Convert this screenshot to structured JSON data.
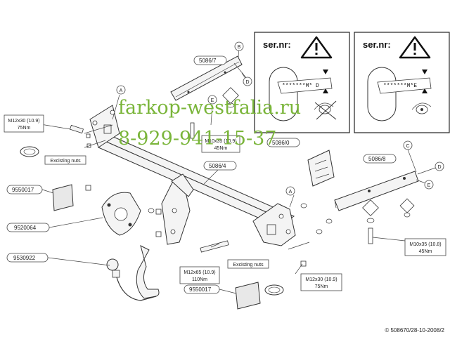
{
  "watermark": {
    "site": "farkop-westfalia.ru",
    "phone": "8-929-941-15-37",
    "color": "#7ab53a"
  },
  "info_panels": [
    {
      "title": "ser.nr:",
      "serial": "*******M* D",
      "icon": "warning-triangle-icon"
    },
    {
      "title": "ser.nr:",
      "serial": "*******M*E",
      "icon": "warning-triangle-icon"
    }
  ],
  "part_numbers": {
    "p5086_7": "5086/7",
    "p5086_4": "5086/4",
    "p5086_8": "5086/8",
    "p5086_0": "5086/0",
    "p9550017_a": "9550017",
    "p9550017_b": "9550017",
    "p9520064": "9520064",
    "p9530922": "9530922"
  },
  "bolt_specs": {
    "m12x30_left": {
      "size": "M12x30 (10.9)",
      "torque": "75Nm"
    },
    "m10x35_center": {
      "size": "M10x35 (10.9)",
      "torque": "45Nm"
    },
    "m12x65": {
      "size": "M12x65 (10.9)",
      "torque": "110Nm"
    },
    "m12x30_right": {
      "size": "M12x30 (10.9)",
      "torque": "75Nm"
    },
    "m10x35_right": {
      "size": "M10x35 (10.8)",
      "torque": "45Nm"
    }
  },
  "notes": {
    "existing_nuts_left": "Excisting nuts",
    "existing_nuts_center": "Excisting nuts"
  },
  "callout_letters": {
    "a1": "A",
    "b1": "B",
    "d1": "D",
    "e1": "E",
    "a2": "A",
    "c1": "C",
    "d2": "D",
    "e2": "E"
  },
  "copyright": "© 508670/28-10-2008/2"
}
